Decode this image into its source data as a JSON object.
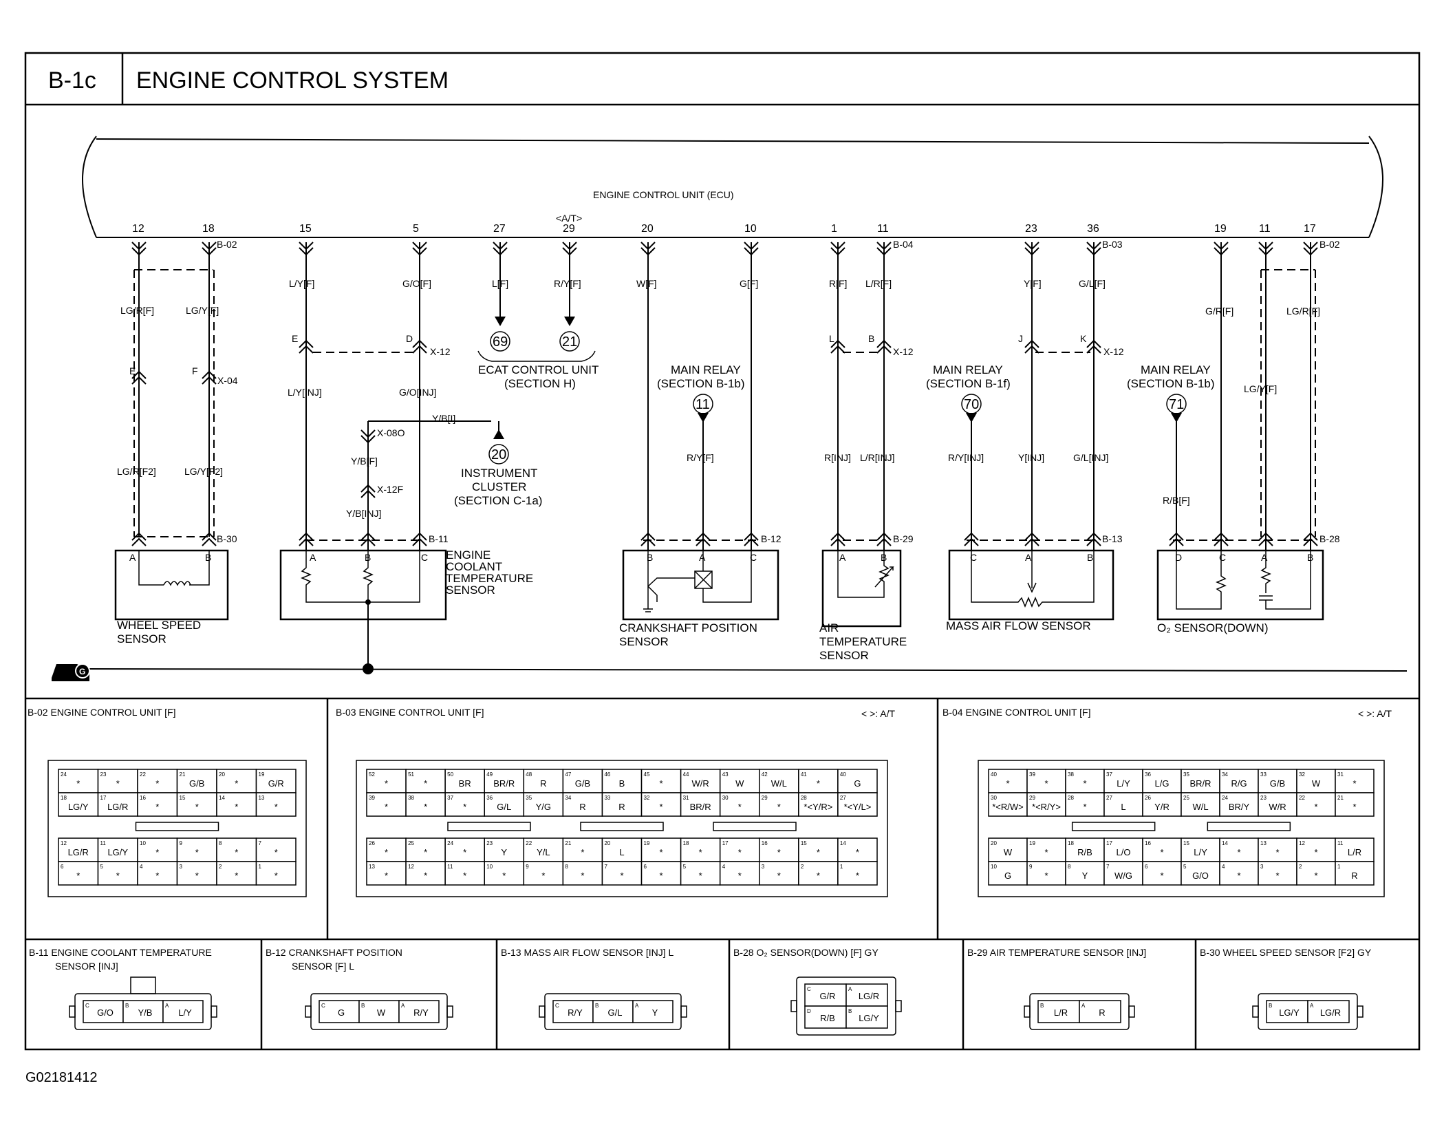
{
  "header": {
    "code": "B-1c",
    "title": "ENGINE CONTROL SYSTEM"
  },
  "ecu": {
    "label": "ENGINE CONTROL UNIT (ECU)",
    "at_mark": "<A/T>"
  },
  "pins": [
    {
      "id": "p12",
      "num": "12"
    },
    {
      "id": "p18",
      "num": "18"
    },
    {
      "id": "p15",
      "num": "15"
    },
    {
      "id": "p5",
      "num": "5"
    },
    {
      "id": "p27",
      "num": "27"
    },
    {
      "id": "p29",
      "num": "29"
    },
    {
      "id": "p20",
      "num": "20"
    },
    {
      "id": "p10",
      "num": "10"
    },
    {
      "id": "p1",
      "num": "1"
    },
    {
      "id": "p11a",
      "num": "11"
    },
    {
      "id": "p23",
      "num": "23"
    },
    {
      "id": "p36",
      "num": "36"
    },
    {
      "id": "p19",
      "num": "19"
    },
    {
      "id": "p11b",
      "num": "11"
    },
    {
      "id": "p17",
      "num": "17"
    }
  ],
  "labels": [
    {
      "id": "l1",
      "text": "B-02"
    },
    {
      "id": "l2",
      "text": "B-04"
    },
    {
      "id": "l3",
      "text": "B-03"
    },
    {
      "id": "l4",
      "text": "B-02"
    },
    {
      "id": "l5",
      "text": "LG/R[F]"
    },
    {
      "id": "l6",
      "text": "LG/Y[F]"
    },
    {
      "id": "l7",
      "text": "E"
    },
    {
      "id": "l8",
      "text": "F"
    },
    {
      "id": "l9",
      "text": "X-04"
    },
    {
      "id": "l10",
      "text": "LG/R[F2]"
    },
    {
      "id": "l11",
      "text": "LG/Y[F2]"
    },
    {
      "id": "l12",
      "text": "B-30"
    },
    {
      "id": "l13",
      "text": "A"
    },
    {
      "id": "l14",
      "text": "B"
    },
    {
      "id": "l15",
      "text": "WHEEL SPEED"
    },
    {
      "id": "l16",
      "text": "SENSOR"
    },
    {
      "id": "l17",
      "text": "L/Y[F]"
    },
    {
      "id": "l18",
      "text": "G/O[F]"
    },
    {
      "id": "l19",
      "text": "E"
    },
    {
      "id": "l20",
      "text": "D"
    },
    {
      "id": "l21",
      "text": "X-12"
    },
    {
      "id": "l22",
      "text": "L/Y[INJ]"
    },
    {
      "id": "l23",
      "text": "G/O[INJ]"
    },
    {
      "id": "l24",
      "text": "Y/B[I]"
    },
    {
      "id": "l25",
      "text": "X-08O"
    },
    {
      "id": "l26",
      "text": "Y/B[F]"
    },
    {
      "id": "l27",
      "text": "X-12F"
    },
    {
      "id": "l28",
      "text": "Y/B[INJ]"
    },
    {
      "id": "l29",
      "text": "B-11"
    },
    {
      "id": "l30",
      "text": "A"
    },
    {
      "id": "l31",
      "text": "B"
    },
    {
      "id": "l32",
      "text": "C"
    },
    {
      "id": "l33",
      "text": "ENGINE"
    },
    {
      "id": "l34",
      "text": "COOLANT"
    },
    {
      "id": "l35",
      "text": "TEMPERATURE"
    },
    {
      "id": "l36",
      "text": "SENSOR"
    },
    {
      "id": "l37",
      "text": "L[F]"
    },
    {
      "id": "l38",
      "text": "R/Y[F]"
    },
    {
      "id": "l39",
      "text": "ECAT CONTROL UNIT"
    },
    {
      "id": "l40",
      "text": "(SECTION H)"
    },
    {
      "id": "l41",
      "text": "INSTRUMENT"
    },
    {
      "id": "l42",
      "text": "CLUSTER"
    },
    {
      "id": "l43",
      "text": "(SECTION C-1a)"
    },
    {
      "id": "l44",
      "text": "W[F]"
    },
    {
      "id": "l45",
      "text": "G[F]"
    },
    {
      "id": "l46",
      "text": "MAIN RELAY"
    },
    {
      "id": "l47",
      "text": "(SECTION B-1b)"
    },
    {
      "id": "l48",
      "text": "R/Y[F]"
    },
    {
      "id": "l49",
      "text": "B-12"
    },
    {
      "id": "l50",
      "text": "B"
    },
    {
      "id": "l51",
      "text": "A"
    },
    {
      "id": "l52",
      "text": "C"
    },
    {
      "id": "l53",
      "text": "CRANKSHAFT POSITION"
    },
    {
      "id": "l54",
      "text": "SENSOR"
    },
    {
      "id": "l55",
      "text": "R[F]"
    },
    {
      "id": "l56",
      "text": "L/R[F]"
    },
    {
      "id": "l57",
      "text": "L"
    },
    {
      "id": "l58",
      "text": "B"
    },
    {
      "id": "l59",
      "text": "X-12"
    },
    {
      "id": "l60",
      "text": "R[INJ]"
    },
    {
      "id": "l61",
      "text": "L/R[INJ]"
    },
    {
      "id": "l62",
      "text": "B-29"
    },
    {
      "id": "l63",
      "text": "A"
    },
    {
      "id": "l64",
      "text": "B"
    },
    {
      "id": "l65",
      "text": "AIR"
    },
    {
      "id": "l66",
      "text": "TEMPERATURE"
    },
    {
      "id": "l67",
      "text": "SENSOR"
    },
    {
      "id": "l68",
      "text": "Y[F]"
    },
    {
      "id": "l69",
      "text": "G/L[F]"
    },
    {
      "id": "l70",
      "text": "J"
    },
    {
      "id": "l71",
      "text": "K"
    },
    {
      "id": "l72",
      "text": "X-12"
    },
    {
      "id": "l73",
      "text": "MAIN RELAY"
    },
    {
      "id": "l74",
      "text": "(SECTION B-1f)"
    },
    {
      "id": "l75",
      "text": "R/Y[INJ]"
    },
    {
      "id": "l76",
      "text": "Y[INJ]"
    },
    {
      "id": "l77",
      "text": "G/L[INJ]"
    },
    {
      "id": "l78",
      "text": "B-13"
    },
    {
      "id": "l79",
      "text": "C"
    },
    {
      "id": "l80",
      "text": "A"
    },
    {
      "id": "l81",
      "text": "B"
    },
    {
      "id": "l82",
      "text": "MASS AIR FLOW SENSOR"
    },
    {
      "id": "l83",
      "text": "G/R[F]"
    },
    {
      "id": "l84",
      "text": "LG/R[F]"
    },
    {
      "id": "l85",
      "text": "MAIN RELAY"
    },
    {
      "id": "l86",
      "text": "(SECTION B-1b)"
    },
    {
      "id": "l87",
      "text": "LG/Y[F]"
    },
    {
      "id": "l88",
      "text": "R/B[F]"
    },
    {
      "id": "l89",
      "text": "B-28"
    },
    {
      "id": "l90",
      "text": "D"
    },
    {
      "id": "l91",
      "text": "C"
    },
    {
      "id": "l92",
      "text": "A"
    },
    {
      "id": "l93",
      "text": "B"
    },
    {
      "id": "l94",
      "text": "O₂ SENSOR(DOWN)"
    },
    {
      "id": "l95",
      "text": "G"
    }
  ],
  "circles": [
    {
      "id": "c69",
      "num": "69"
    },
    {
      "id": "c21",
      "num": "21"
    },
    {
      "id": "c20",
      "num": "20"
    },
    {
      "id": "c11",
      "num": "11"
    },
    {
      "id": "c70",
      "num": "70"
    },
    {
      "id": "c71",
      "num": "71"
    }
  ],
  "connectors_ecu": [
    {
      "title": "B-02 ENGINE CONTROL UNIT [F]",
      "note": "",
      "left_block": [
        [
          [
            "24",
            "*"
          ],
          [
            "23",
            "*"
          ],
          [
            "22",
            "*"
          ],
          [
            "21",
            "G/B"
          ],
          [
            "20",
            "*"
          ],
          [
            "19",
            "G/R"
          ]
        ],
        [
          [
            "18",
            "LG/Y"
          ],
          [
            "17",
            "LG/R"
          ],
          [
            "16",
            "*"
          ],
          [
            "15",
            "*"
          ],
          [
            "14",
            "*"
          ],
          [
            "13",
            "*"
          ]
        ]
      ],
      "right_block": [
        [
          [
            "12",
            "LG/R"
          ],
          [
            "11",
            "LG/Y"
          ],
          [
            "10",
            "*"
          ],
          [
            "9",
            "*"
          ],
          [
            "8",
            "*"
          ],
          [
            "7",
            "*"
          ]
        ],
        [
          [
            "6",
            "*"
          ],
          [
            "5",
            "*"
          ],
          [
            "4",
            "*"
          ],
          [
            "3",
            "*"
          ],
          [
            "2",
            "*"
          ],
          [
            "1",
            "*"
          ]
        ]
      ]
    },
    {
      "title": "B-03 ENGINE CONTROL UNIT [F]",
      "note": "< >: A/T",
      "left_block": [
        [
          [
            "52",
            "*"
          ],
          [
            "51",
            "*"
          ],
          [
            "50",
            "BR"
          ],
          [
            "49",
            "BR/R"
          ],
          [
            "48",
            "R"
          ],
          [
            "47",
            "G/B"
          ],
          [
            "46",
            "B"
          ],
          [
            "45",
            "*"
          ],
          [
            "44",
            "W/R"
          ],
          [
            "43",
            "W"
          ],
          [
            "42",
            "W/L"
          ],
          [
            "41",
            "*"
          ],
          [
            "40",
            "G"
          ]
        ],
        [
          [
            "39",
            "*"
          ],
          [
            "38",
            "*"
          ],
          [
            "37",
            "*"
          ],
          [
            "36",
            "G/L"
          ],
          [
            "35",
            "Y/G"
          ],
          [
            "34",
            "R"
          ],
          [
            "33",
            "R"
          ],
          [
            "32",
            "*"
          ],
          [
            "31",
            "BR/R"
          ],
          [
            "30",
            "*"
          ],
          [
            "29",
            "*"
          ],
          [
            "28",
            "*<Y/R>"
          ],
          [
            "27",
            "*<Y/L>"
          ]
        ]
      ],
      "right_block": [
        [
          [
            "26",
            "*"
          ],
          [
            "25",
            "*"
          ],
          [
            "24",
            "*"
          ],
          [
            "23",
            "Y"
          ],
          [
            "22",
            "Y/L"
          ],
          [
            "21",
            "*"
          ],
          [
            "20",
            "L"
          ],
          [
            "19",
            "*"
          ],
          [
            "18",
            "*"
          ],
          [
            "17",
            "*"
          ],
          [
            "16",
            "*"
          ],
          [
            "15",
            "*"
          ],
          [
            "14",
            "*"
          ]
        ],
        [
          [
            "13",
            "*"
          ],
          [
            "12",
            "*"
          ],
          [
            "11",
            "*"
          ],
          [
            "10",
            "*"
          ],
          [
            "9",
            "*"
          ],
          [
            "8",
            "*"
          ],
          [
            "7",
            "*"
          ],
          [
            "6",
            "*"
          ],
          [
            "5",
            "*"
          ],
          [
            "4",
            "*"
          ],
          [
            "3",
            "*"
          ],
          [
            "2",
            "*"
          ],
          [
            "1",
            "*"
          ]
        ]
      ]
    },
    {
      "title": "B-04 ENGINE CONTROL UNIT [F]",
      "note": "< >: A/T",
      "left_block": [
        [
          [
            "40",
            "*"
          ],
          [
            "39",
            "*"
          ],
          [
            "38",
            "*"
          ],
          [
            "37",
            "L/Y"
          ],
          [
            "36",
            "L/G"
          ],
          [
            "35",
            "BR/R"
          ],
          [
            "34",
            "R/G"
          ],
          [
            "33",
            "G/B"
          ],
          [
            "32",
            "W"
          ],
          [
            "31",
            "*"
          ]
        ],
        [
          [
            "30",
            "*<R/W>"
          ],
          [
            "29",
            "*<R/Y>"
          ],
          [
            "28",
            "*"
          ],
          [
            "27",
            "L"
          ],
          [
            "26",
            "Y/R"
          ],
          [
            "25",
            "W/L"
          ],
          [
            "24",
            "BR/Y"
          ],
          [
            "23",
            "W/R"
          ],
          [
            "22",
            "*"
          ],
          [
            "21",
            "*"
          ]
        ]
      ],
      "right_block": [
        [
          [
            "20",
            "W"
          ],
          [
            "19",
            "*"
          ],
          [
            "18",
            "R/B"
          ],
          [
            "17",
            "L/O"
          ],
          [
            "16",
            "*"
          ],
          [
            "15",
            "L/Y"
          ],
          [
            "14",
            "*"
          ],
          [
            "13",
            "*"
          ],
          [
            "12",
            "*"
          ],
          [
            "11",
            "L/R"
          ]
        ],
        [
          [
            "10",
            "G"
          ],
          [
            "9",
            "*"
          ],
          [
            "8",
            "Y"
          ],
          [
            "7",
            "W/G"
          ],
          [
            "6",
            "*"
          ],
          [
            "5",
            "G/O"
          ],
          [
            "4",
            "*"
          ],
          [
            "3",
            "*"
          ],
          [
            "2",
            "*"
          ],
          [
            "1",
            "R"
          ]
        ]
      ]
    }
  ],
  "connectors_small": [
    {
      "title1": "B-11 ENGINE COOLANT TEMPERATURE",
      "title2": "SENSOR [INJ]",
      "rows": [
        [
          [
            "C",
            "G/O"
          ],
          [
            "B",
            "Y/B"
          ],
          [
            "A",
            "L/Y"
          ]
        ]
      ]
    },
    {
      "title1": "B-12 CRANKSHAFT POSITION",
      "title2": "SENSOR [F] L",
      "rows": [
        [
          [
            "C",
            "G"
          ],
          [
            "B",
            "W"
          ],
          [
            "A",
            "R/Y"
          ]
        ]
      ]
    },
    {
      "title1": "B-13 MASS AIR FLOW SENSOR [INJ] L",
      "title2": "",
      "rows": [
        [
          [
            "C",
            "R/Y"
          ],
          [
            "B",
            "G/L"
          ],
          [
            "A",
            "Y"
          ]
        ]
      ]
    },
    {
      "title1": "B-28 O₂ SENSOR(DOWN) [F] GY",
      "title2": "",
      "rows": [
        [
          [
            "C",
            "G/R"
          ],
          [
            "A",
            "LG/R"
          ]
        ],
        [
          [
            "D",
            "R/B"
          ],
          [
            "B",
            "LG/Y"
          ]
        ]
      ]
    },
    {
      "title1": "B-29 AIR TEMPERATURE SENSOR [INJ]",
      "title2": "",
      "rows": [
        [
          [
            "B",
            "L/R"
          ],
          [
            "A",
            "R"
          ]
        ]
      ]
    },
    {
      "title1": "B-30 WHEEL SPEED SENSOR [F2] GY",
      "title2": "",
      "rows": [
        [
          [
            "B",
            "LG/Y"
          ],
          [
            "A",
            "LG/R"
          ]
        ]
      ]
    }
  ],
  "footer": {
    "code": "G02181412"
  }
}
